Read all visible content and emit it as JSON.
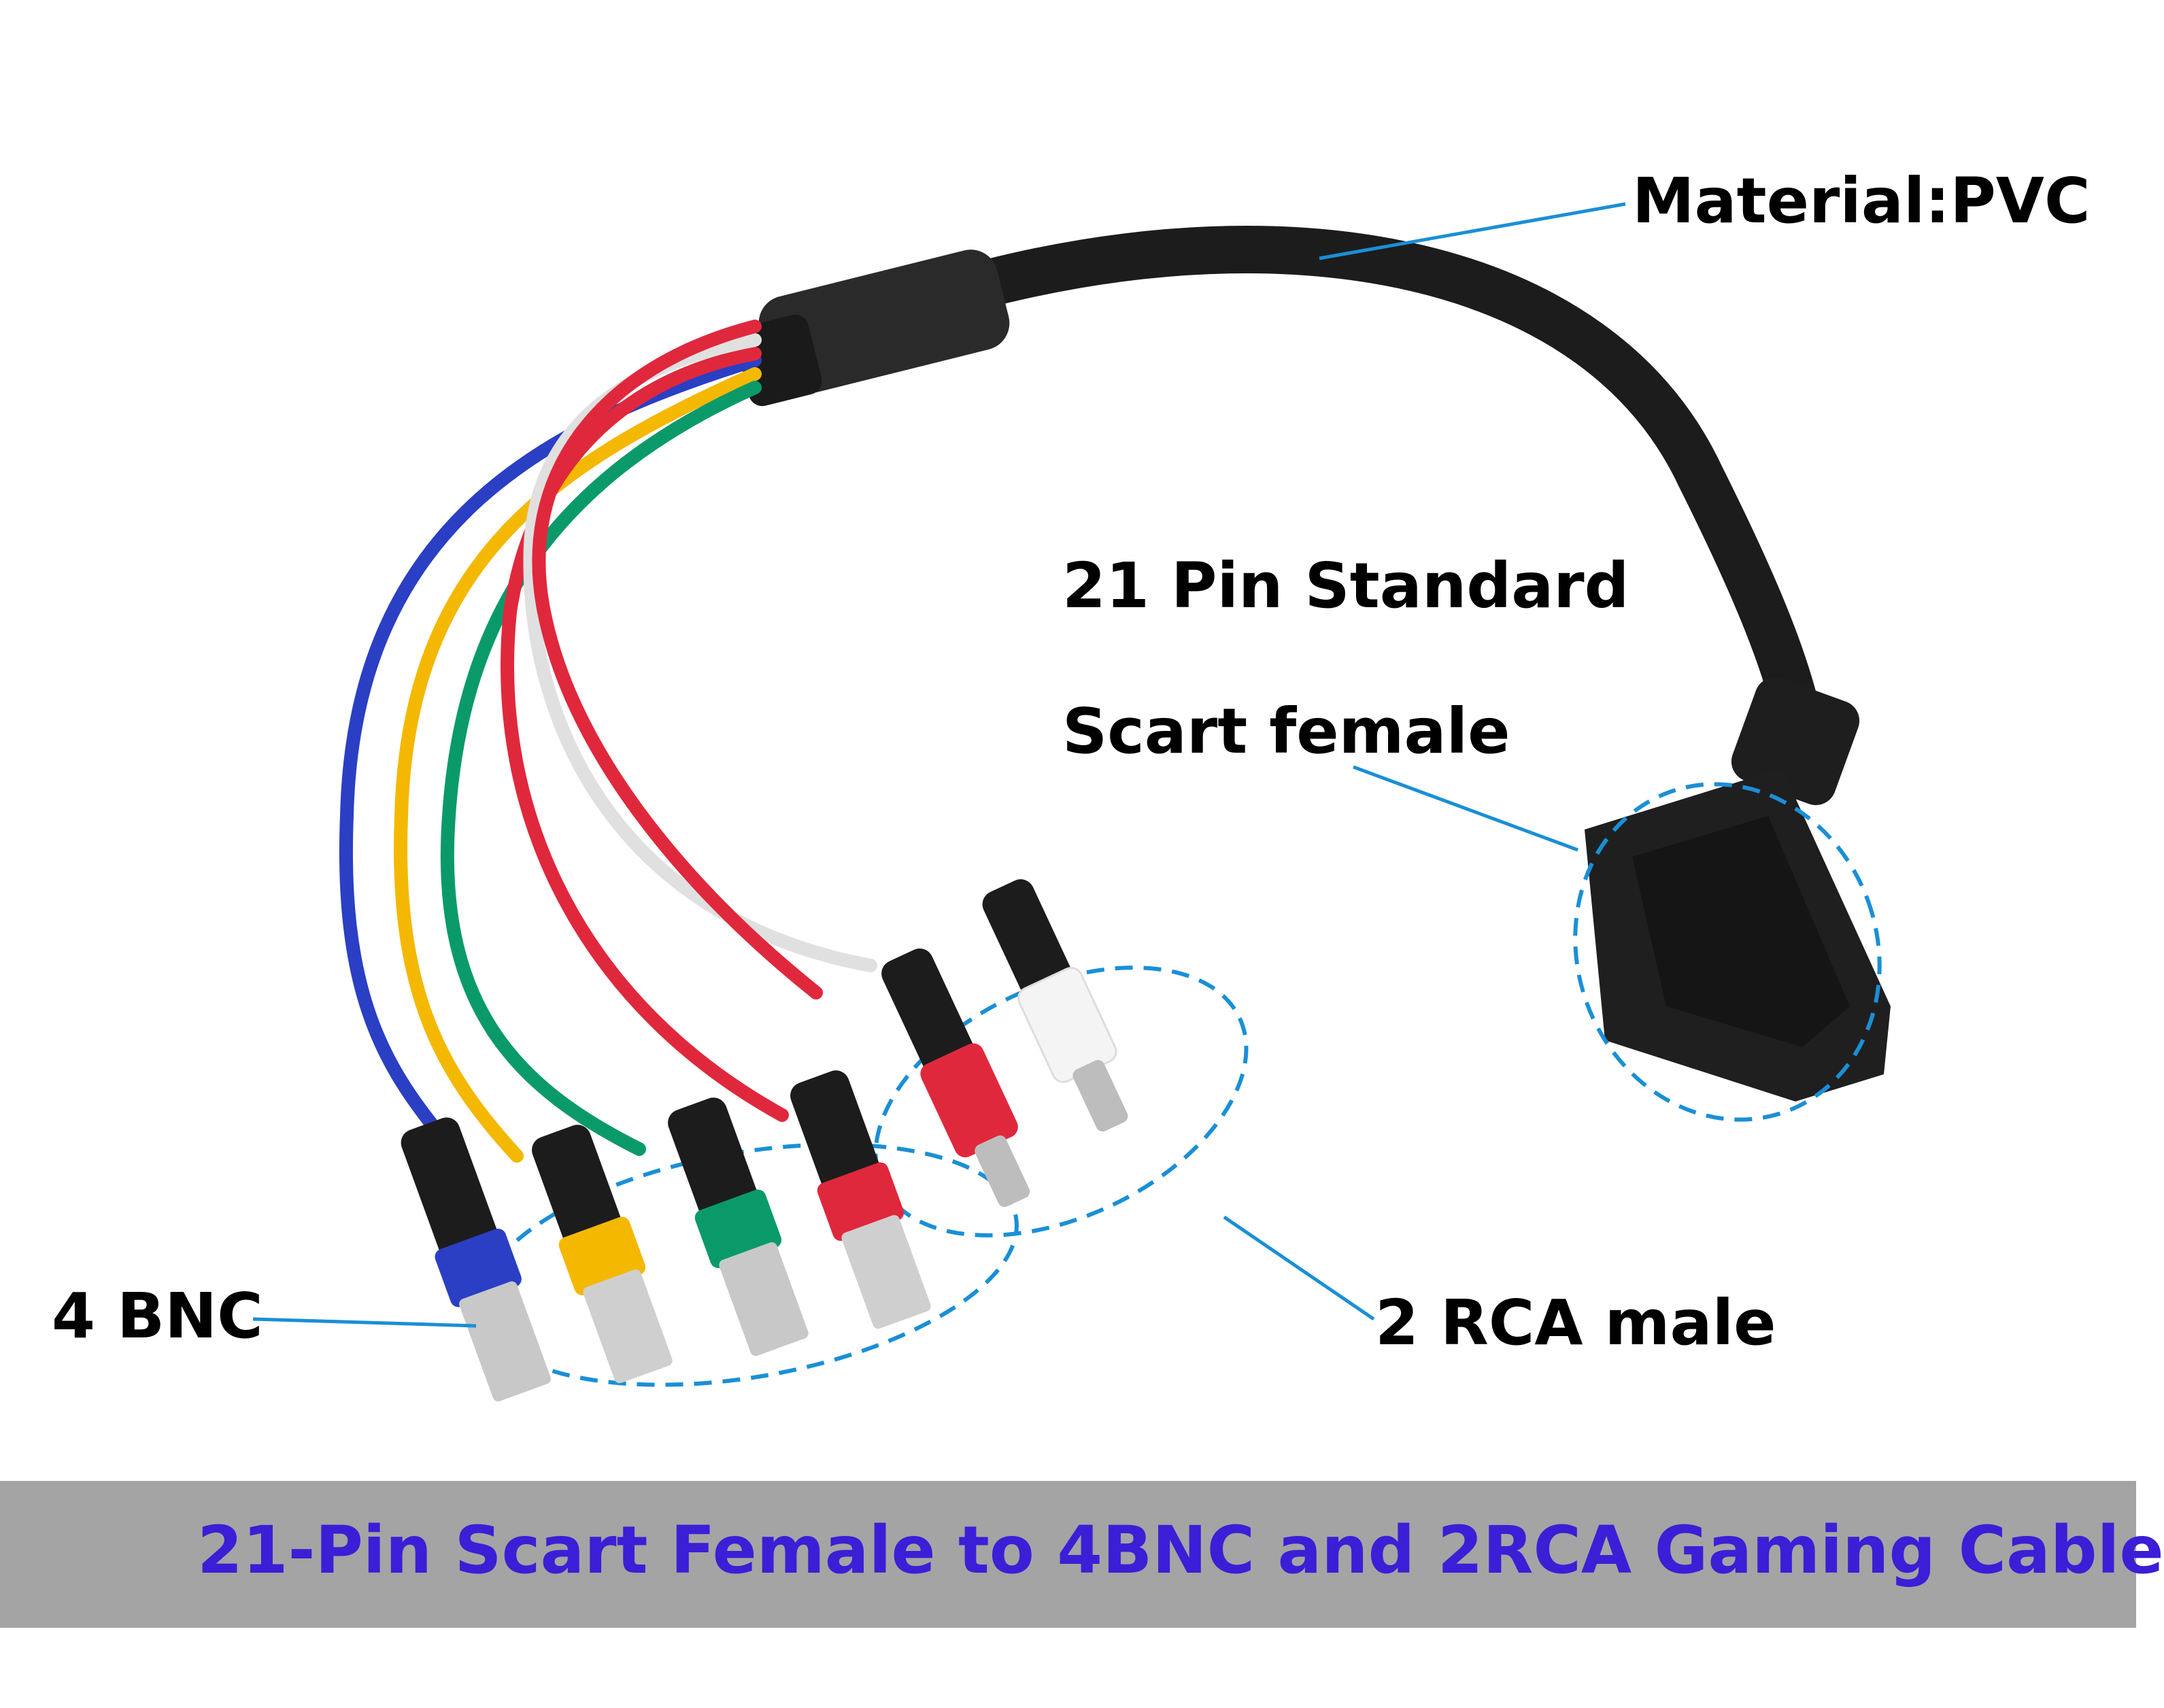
{
  "labels": {
    "material": "Material:PVC",
    "pin_standard": "21 Pin Standard",
    "scart_female": "Scart female",
    "bnc": "4 BNC",
    "rca": "2 RCA male"
  },
  "banner": {
    "title": "21-Pin Scart Female to 4BNC and 2RCA Gaming Cable"
  },
  "colors": {
    "callout_line": "#1a8fd6",
    "banner_bg": "#a4a4a4",
    "banner_text": "#3a1fd6",
    "cable": "#1c1c1c",
    "wire_blue": "#2a3fc4",
    "wire_yellow": "#f4b800",
    "wire_green": "#0a9a6a",
    "wire_red": "#e0283c",
    "wire_white": "#f2f2f2"
  }
}
